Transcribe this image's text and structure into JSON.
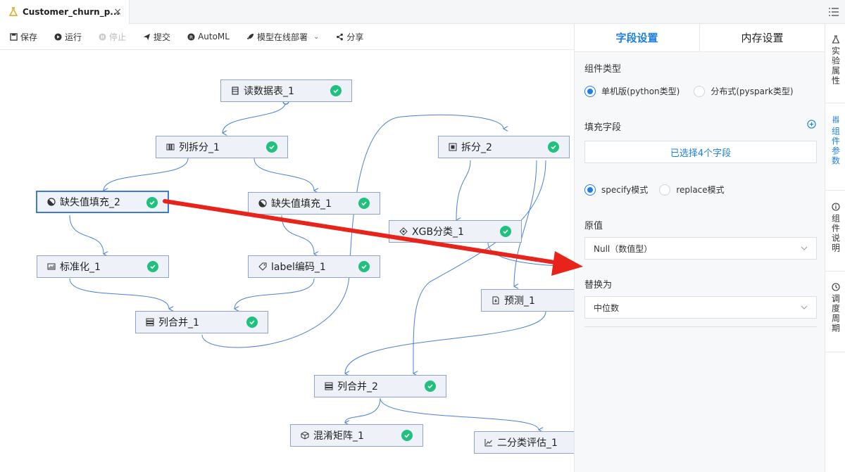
{
  "tab": {
    "title": "Customer_churn_p...",
    "close": "×"
  },
  "toolbar": {
    "save": "保存",
    "run": "运行",
    "stop": "停止",
    "submit": "提交",
    "automl": "AutoML",
    "deploy": "模型在线部署",
    "share": "分享"
  },
  "nodes": {
    "read_table": "读数据表_1",
    "col_split": "列拆分_1",
    "split2": "拆分_2",
    "missing2": "缺失值填充_2",
    "missing1": "缺失值填充_1",
    "xgb": "XGB分类_1",
    "standardize": "标准化_1",
    "label_enc": "label编码_1",
    "predict": "预测_1",
    "col_merge1": "列合并_1",
    "col_merge2": "列合并_2",
    "confusion": "混淆矩阵_1",
    "binary_eval": "二分类评估_1"
  },
  "panel": {
    "tabs": [
      "字段设置",
      "内存设置"
    ],
    "component_type_label": "组件类型",
    "type_options": [
      "单机版(python类型)",
      "分布式(pyspark类型)"
    ],
    "fill_fields_label": "填充字段",
    "selected_fields": "已选择4个字段",
    "mode_options": [
      "specify模式",
      "replace模式"
    ],
    "original_label": "原值",
    "original_value": "Null（数值型）",
    "replace_label": "替换为",
    "replace_value": "中位数"
  },
  "rail": {
    "props": "实验属性",
    "params": "组件参数",
    "desc": "组件说明",
    "schedule": "调度周期"
  },
  "colors": {
    "accent": "#1e7fe0",
    "success": "#20c17e",
    "edge": "#4a7fd6",
    "annotation_arrow": "#e8231a"
  }
}
